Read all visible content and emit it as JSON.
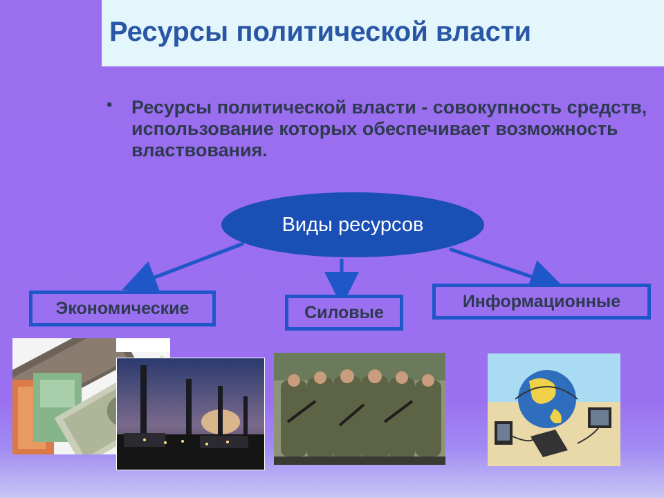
{
  "slide": {
    "title": "Ресурсы политической власти",
    "bullet": "Ресурсы политической власти - совокупность средств, использование которых обеспечивает возможность властвования."
  },
  "diagram": {
    "center": "Виды ресурсов",
    "branches": [
      "Экономические",
      "Силовые",
      "Информационные"
    ]
  },
  "images": [
    {
      "name": "money-photo"
    },
    {
      "name": "factory-photo"
    },
    {
      "name": "soldiers-photo"
    },
    {
      "name": "globe-computers-photo"
    }
  ],
  "colors": {
    "background": "#9b6ef0",
    "title_bar": "#e3f6fb",
    "title_text": "#2a56a6",
    "ellipse": "#1a4fb5",
    "box_border": "#1f56c8",
    "arrow": "#1f56c8"
  }
}
